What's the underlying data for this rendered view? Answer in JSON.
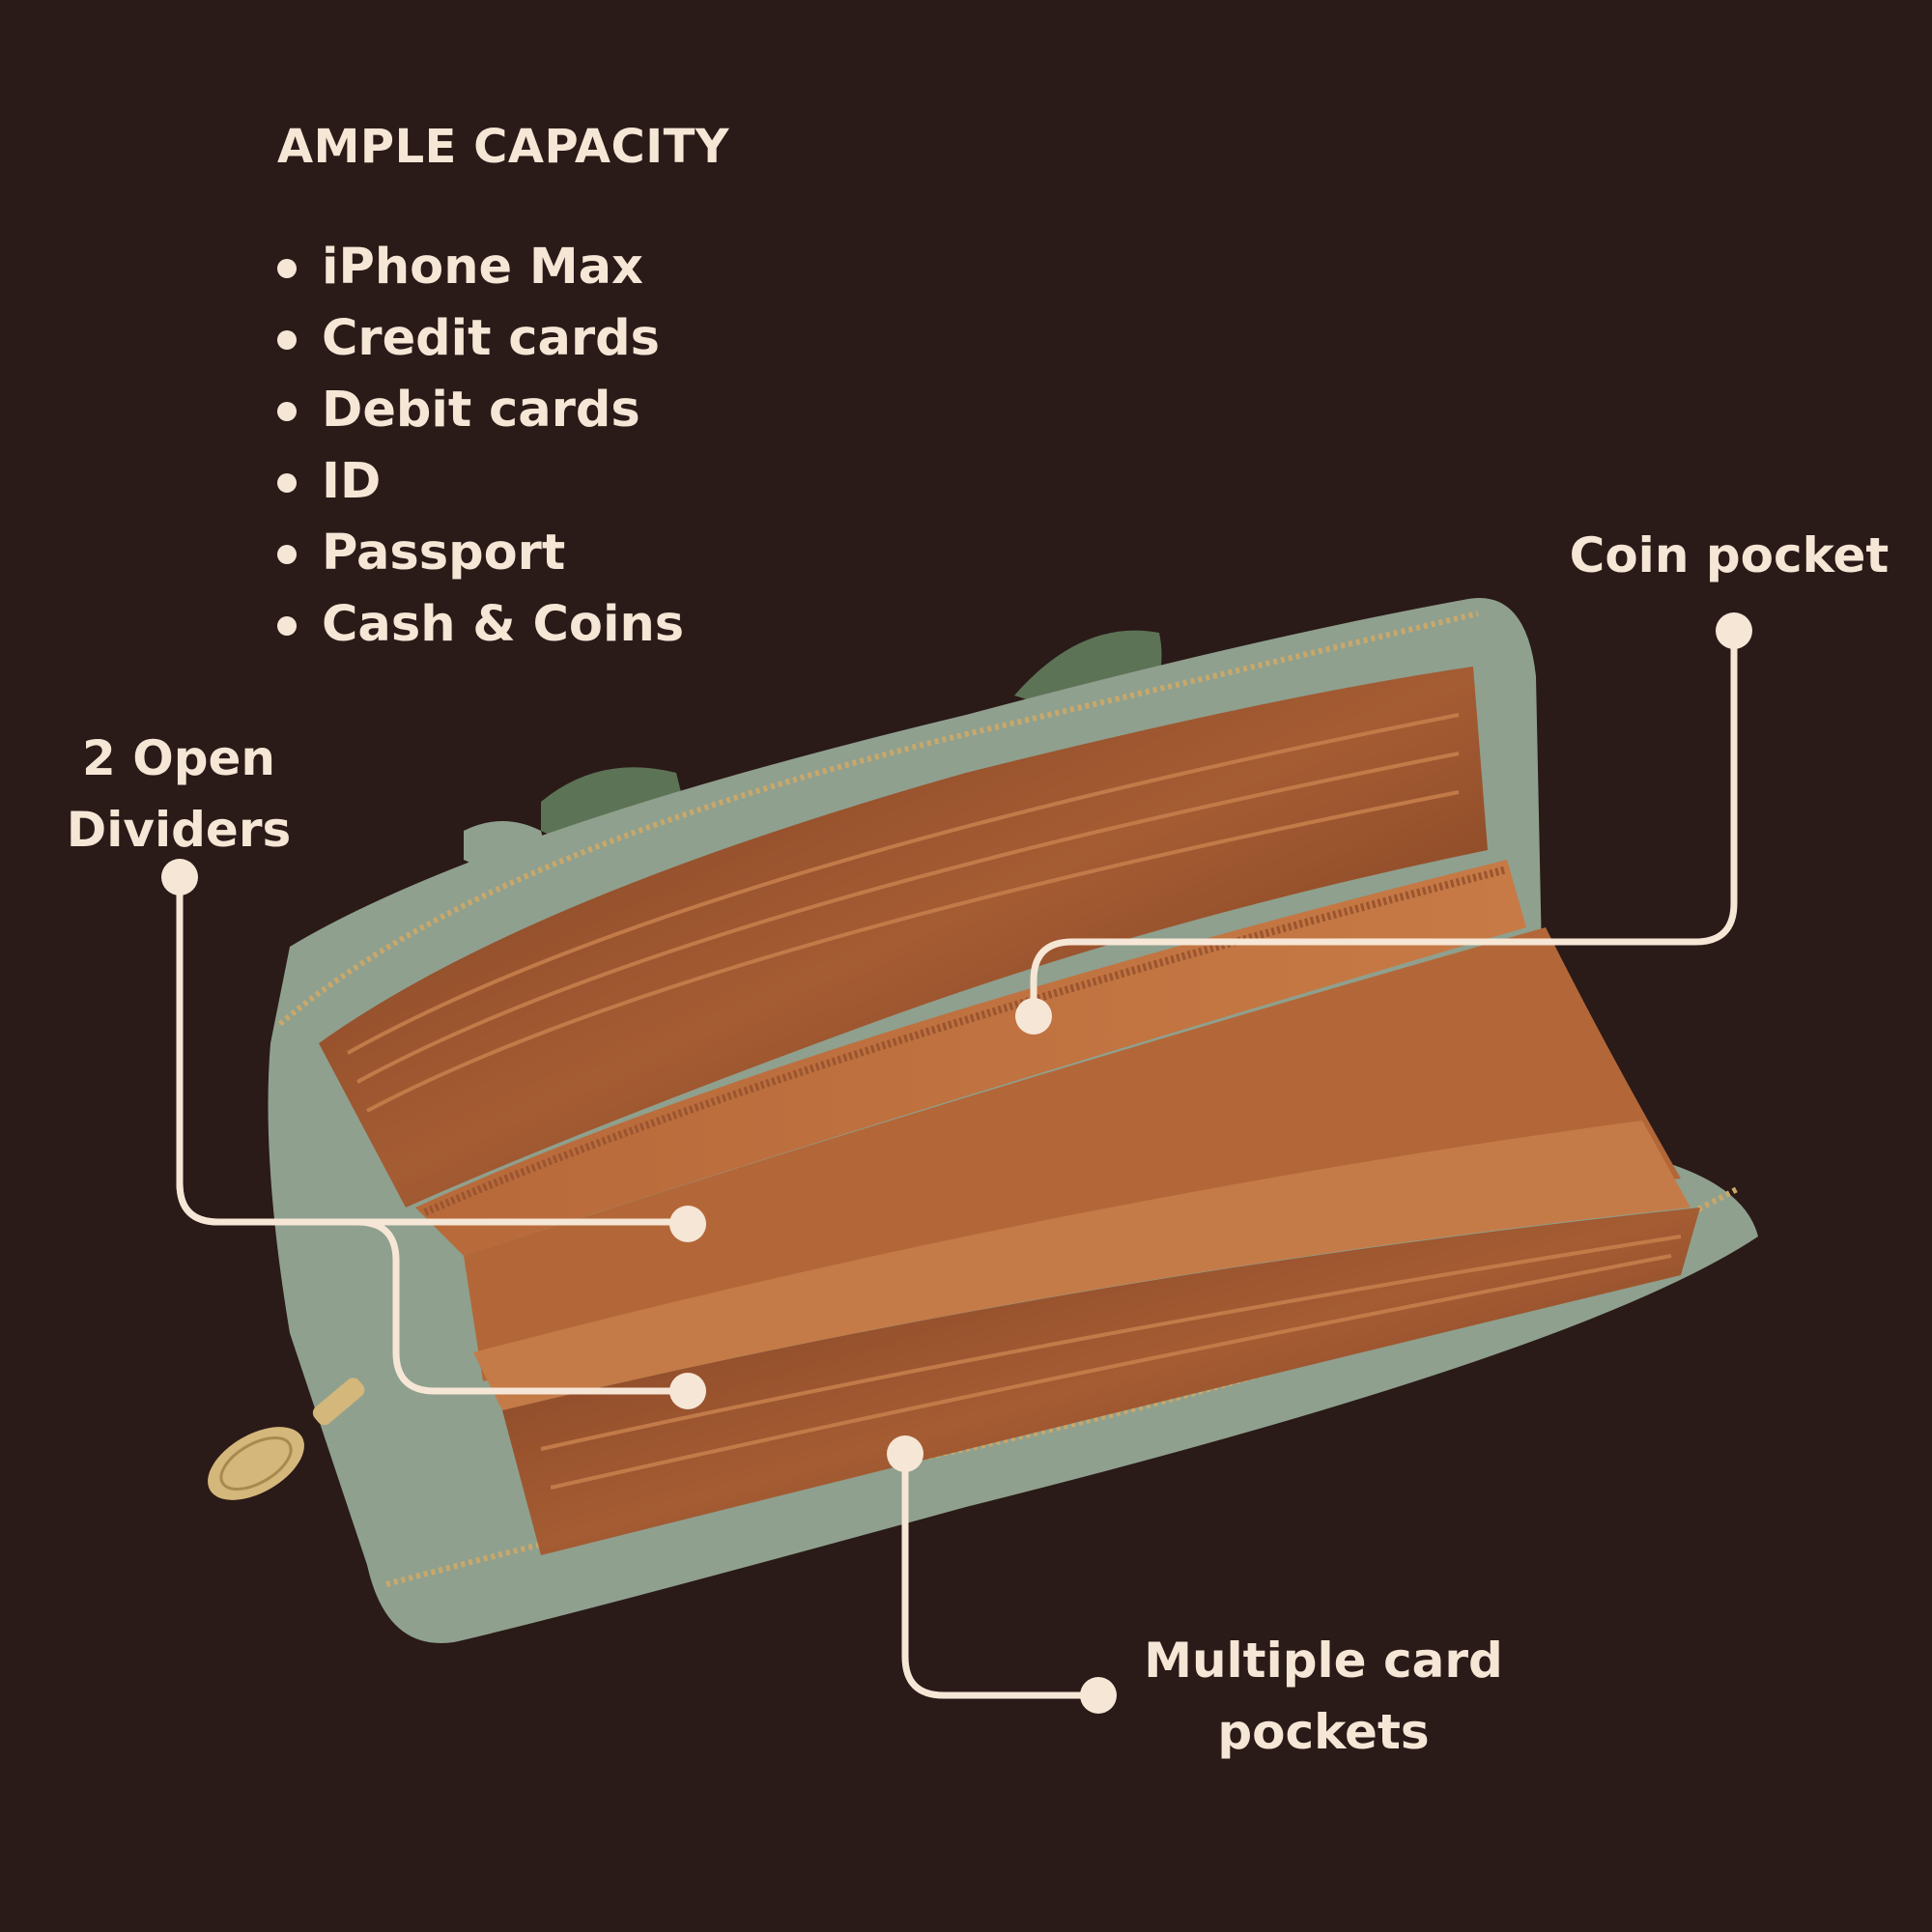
{
  "capacity": {
    "heading": "AMPLE CAPACITY",
    "items": [
      "iPhone Max",
      "Credit cards",
      "Debit cards",
      "ID",
      "Passport",
      "Cash & Coins"
    ]
  },
  "callouts": {
    "coin_pocket": "Coin pocket",
    "dividers_line1": "2 Open",
    "dividers_line2": "Dividers",
    "cards_line1": "Multiple card",
    "cards_line2": "pockets"
  },
  "colors": {
    "background": "#2a1a18",
    "text": "#f6e6d6",
    "wallet_exterior": "#8fa08e",
    "wallet_lining": "#9a5530"
  }
}
